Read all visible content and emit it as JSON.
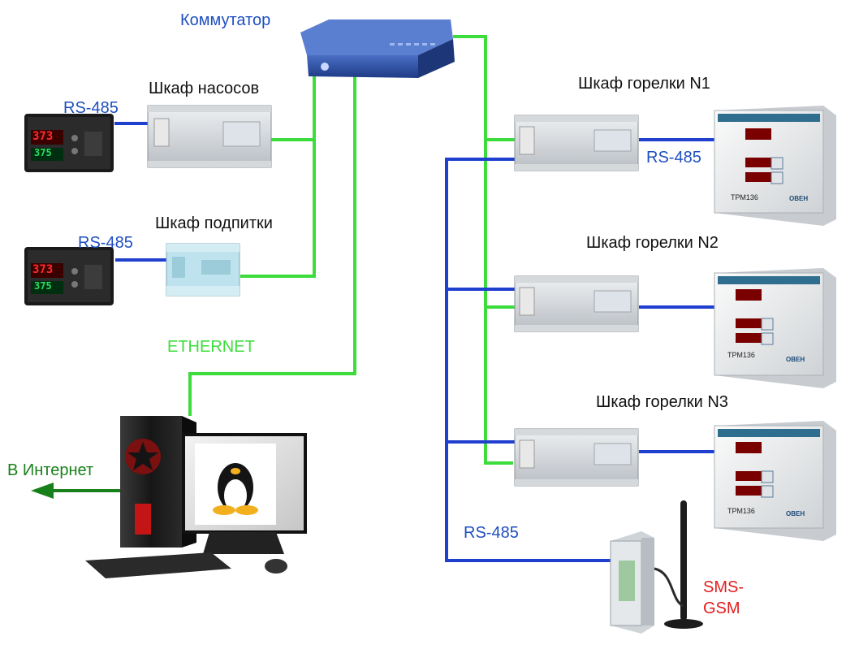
{
  "labels": {
    "switch": "Коммутатор",
    "pump_cabinet": "Шкаф насосов",
    "makeup_cabinet": "Шкаф подпитки",
    "burner1": "Шкаф горелки N1",
    "burner2": "Шкаф горелки N2",
    "burner3": "Шкаф горелки N3",
    "rs485_pump": "RS-485",
    "rs485_makeup": "RS-485",
    "rs485_burner1": "RS-485",
    "rs485_bus": "RS-485",
    "ethernet": "ETHERNET",
    "internet": "В Интернет",
    "sms_line1": "SMS-",
    "sms_line2": "GSM"
  },
  "device_text": {
    "meter_display_top": "373",
    "meter_display_bottom": "375",
    "trm_model": "ТРМ136",
    "brand": "ОВЕН"
  },
  "colors": {
    "ethernet": "#3ddc3d",
    "rs485": "#1f3fcf",
    "internet_arrow": "#18801a",
    "switch_body": "#2b4fa8",
    "label_blue": "#1f4fc1",
    "sms_red": "#e21d1d"
  }
}
